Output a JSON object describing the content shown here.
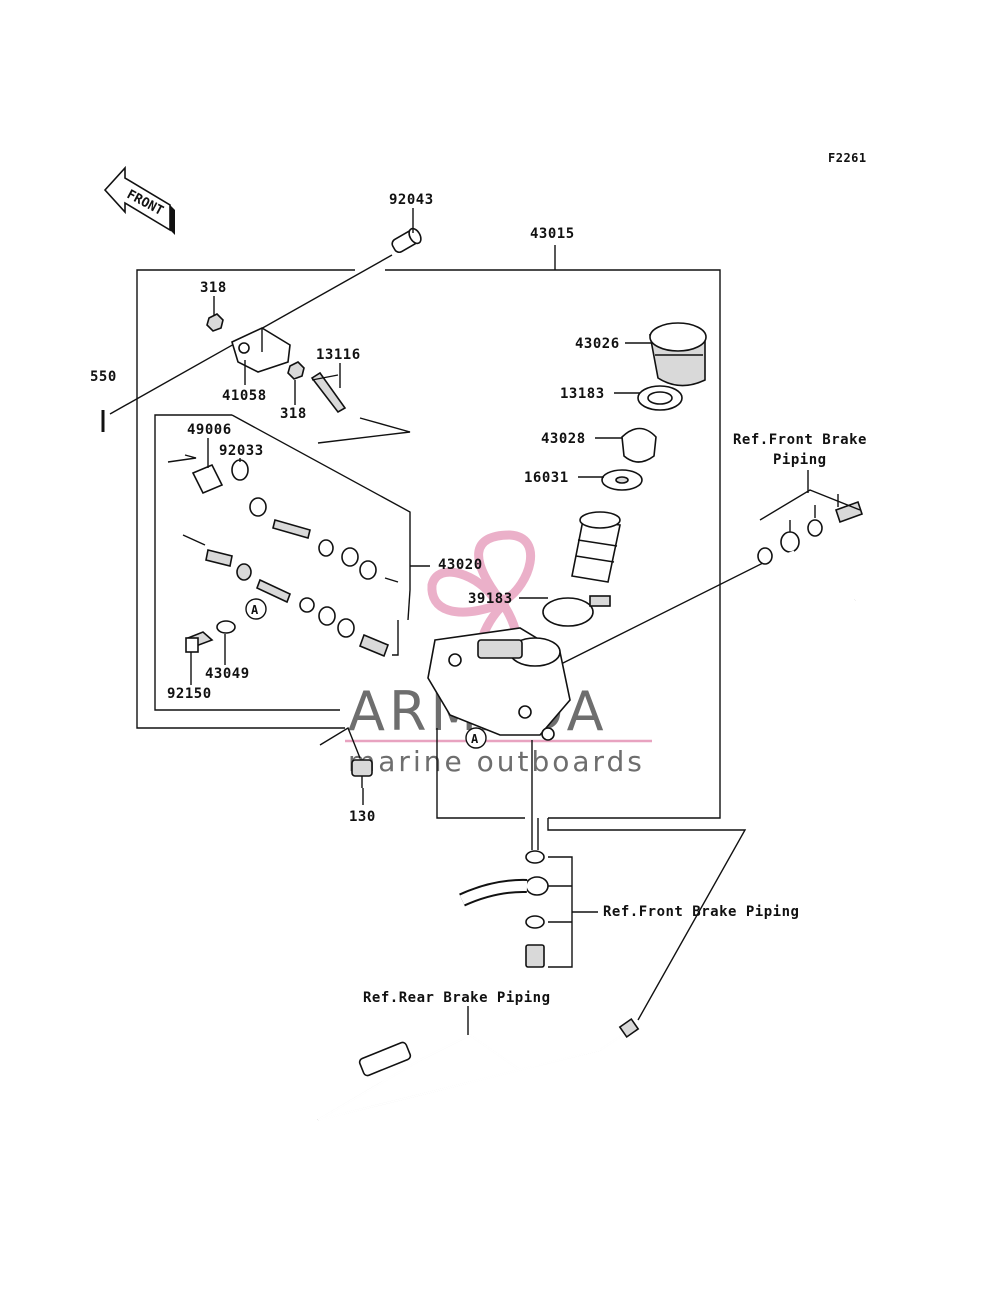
{
  "diagram": {
    "code": "F2261",
    "front_arrow_text": "FRONT",
    "callout_letter": "A",
    "parts": {
      "p92043": "92043",
      "p43015": "43015",
      "p318a": "318",
      "p318b": "318",
      "p550": "550",
      "p41058": "41058",
      "p13116": "13116",
      "p43026": "43026",
      "p13183": "13183",
      "p43028": "43028",
      "p16031": "16031",
      "p49006": "49006",
      "p92033": "92033",
      "p43020": "43020",
      "p39183": "39183",
      "p43049": "43049",
      "p92150": "92150",
      "p130": "130"
    },
    "refs": {
      "front_brake_top_line1": "Ref.Front Brake",
      "front_brake_top_line2": "Piping",
      "front_brake_mid": "Ref.Front Brake Piping",
      "rear_brake": "Ref.Rear Brake Piping"
    }
  },
  "watermark": {
    "brand": "ARMADA",
    "tagline": "marine outboards",
    "accent_color": "#e8a3c0",
    "text_color": "#6e6e6e"
  }
}
